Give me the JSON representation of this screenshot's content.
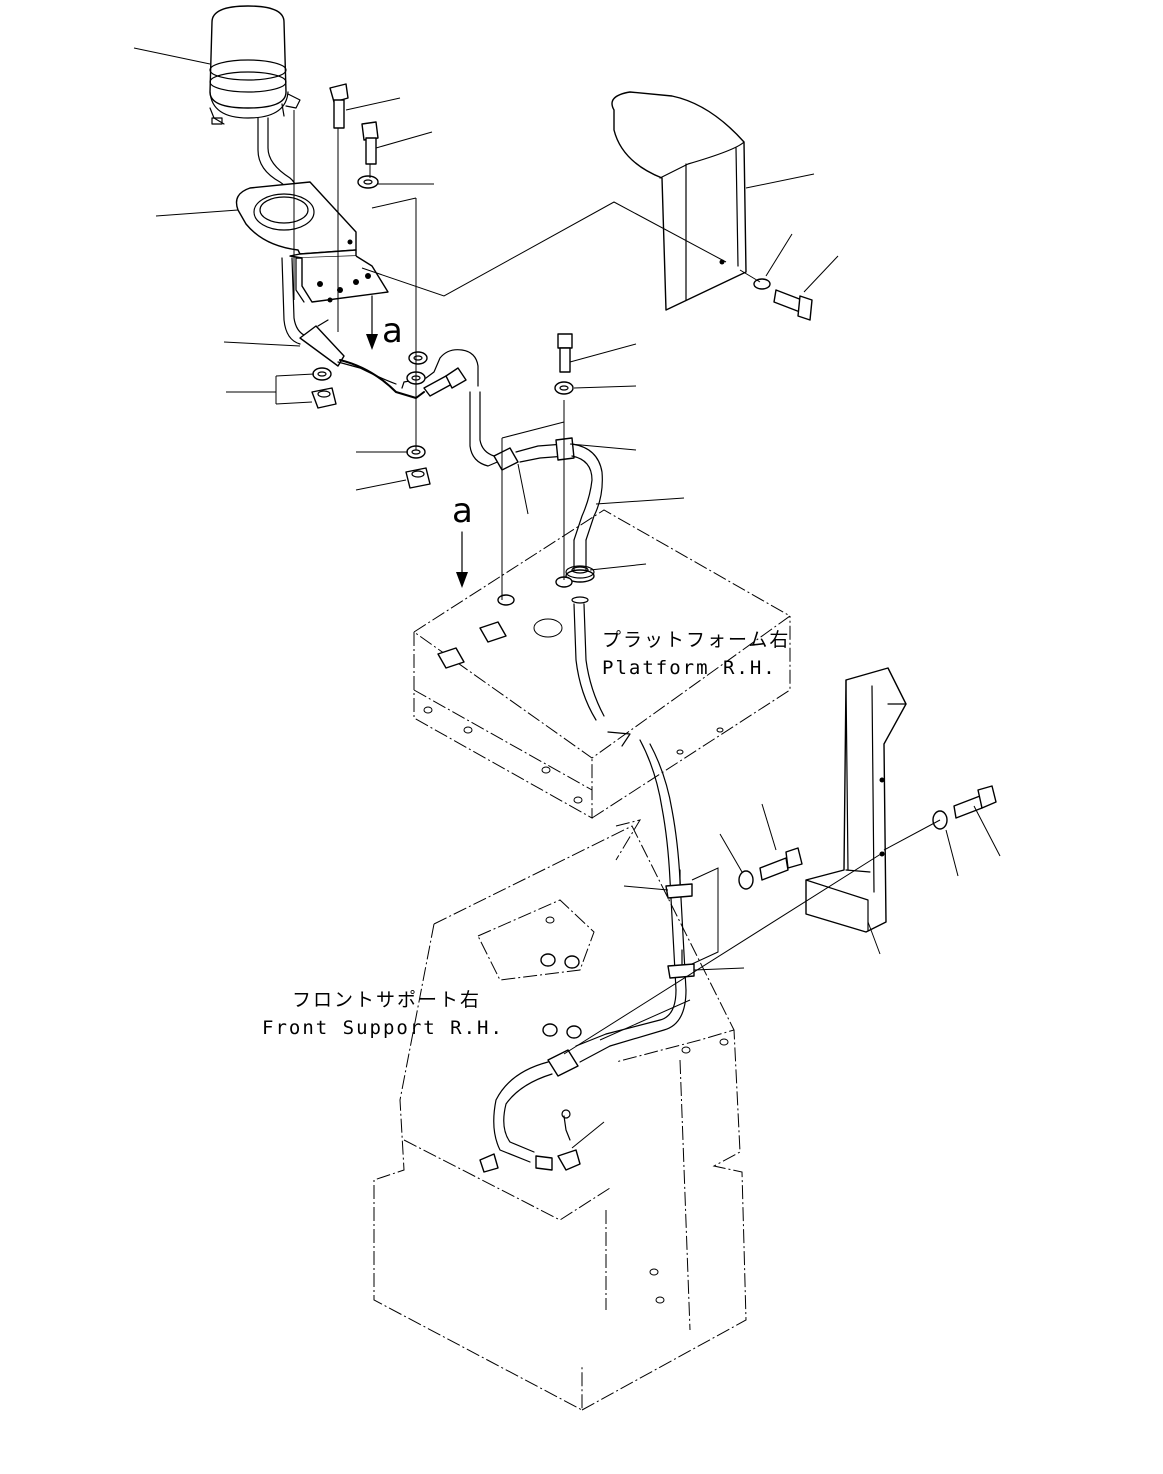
{
  "labels": {
    "platform_jp": "プラットフォーム右",
    "platform_en": "Platform R.H.",
    "front_support_jp": "フロントサポート右",
    "front_support_en": "Front Support R.H.",
    "view_letter_upper": "a",
    "view_letter_lower": "a"
  }
}
